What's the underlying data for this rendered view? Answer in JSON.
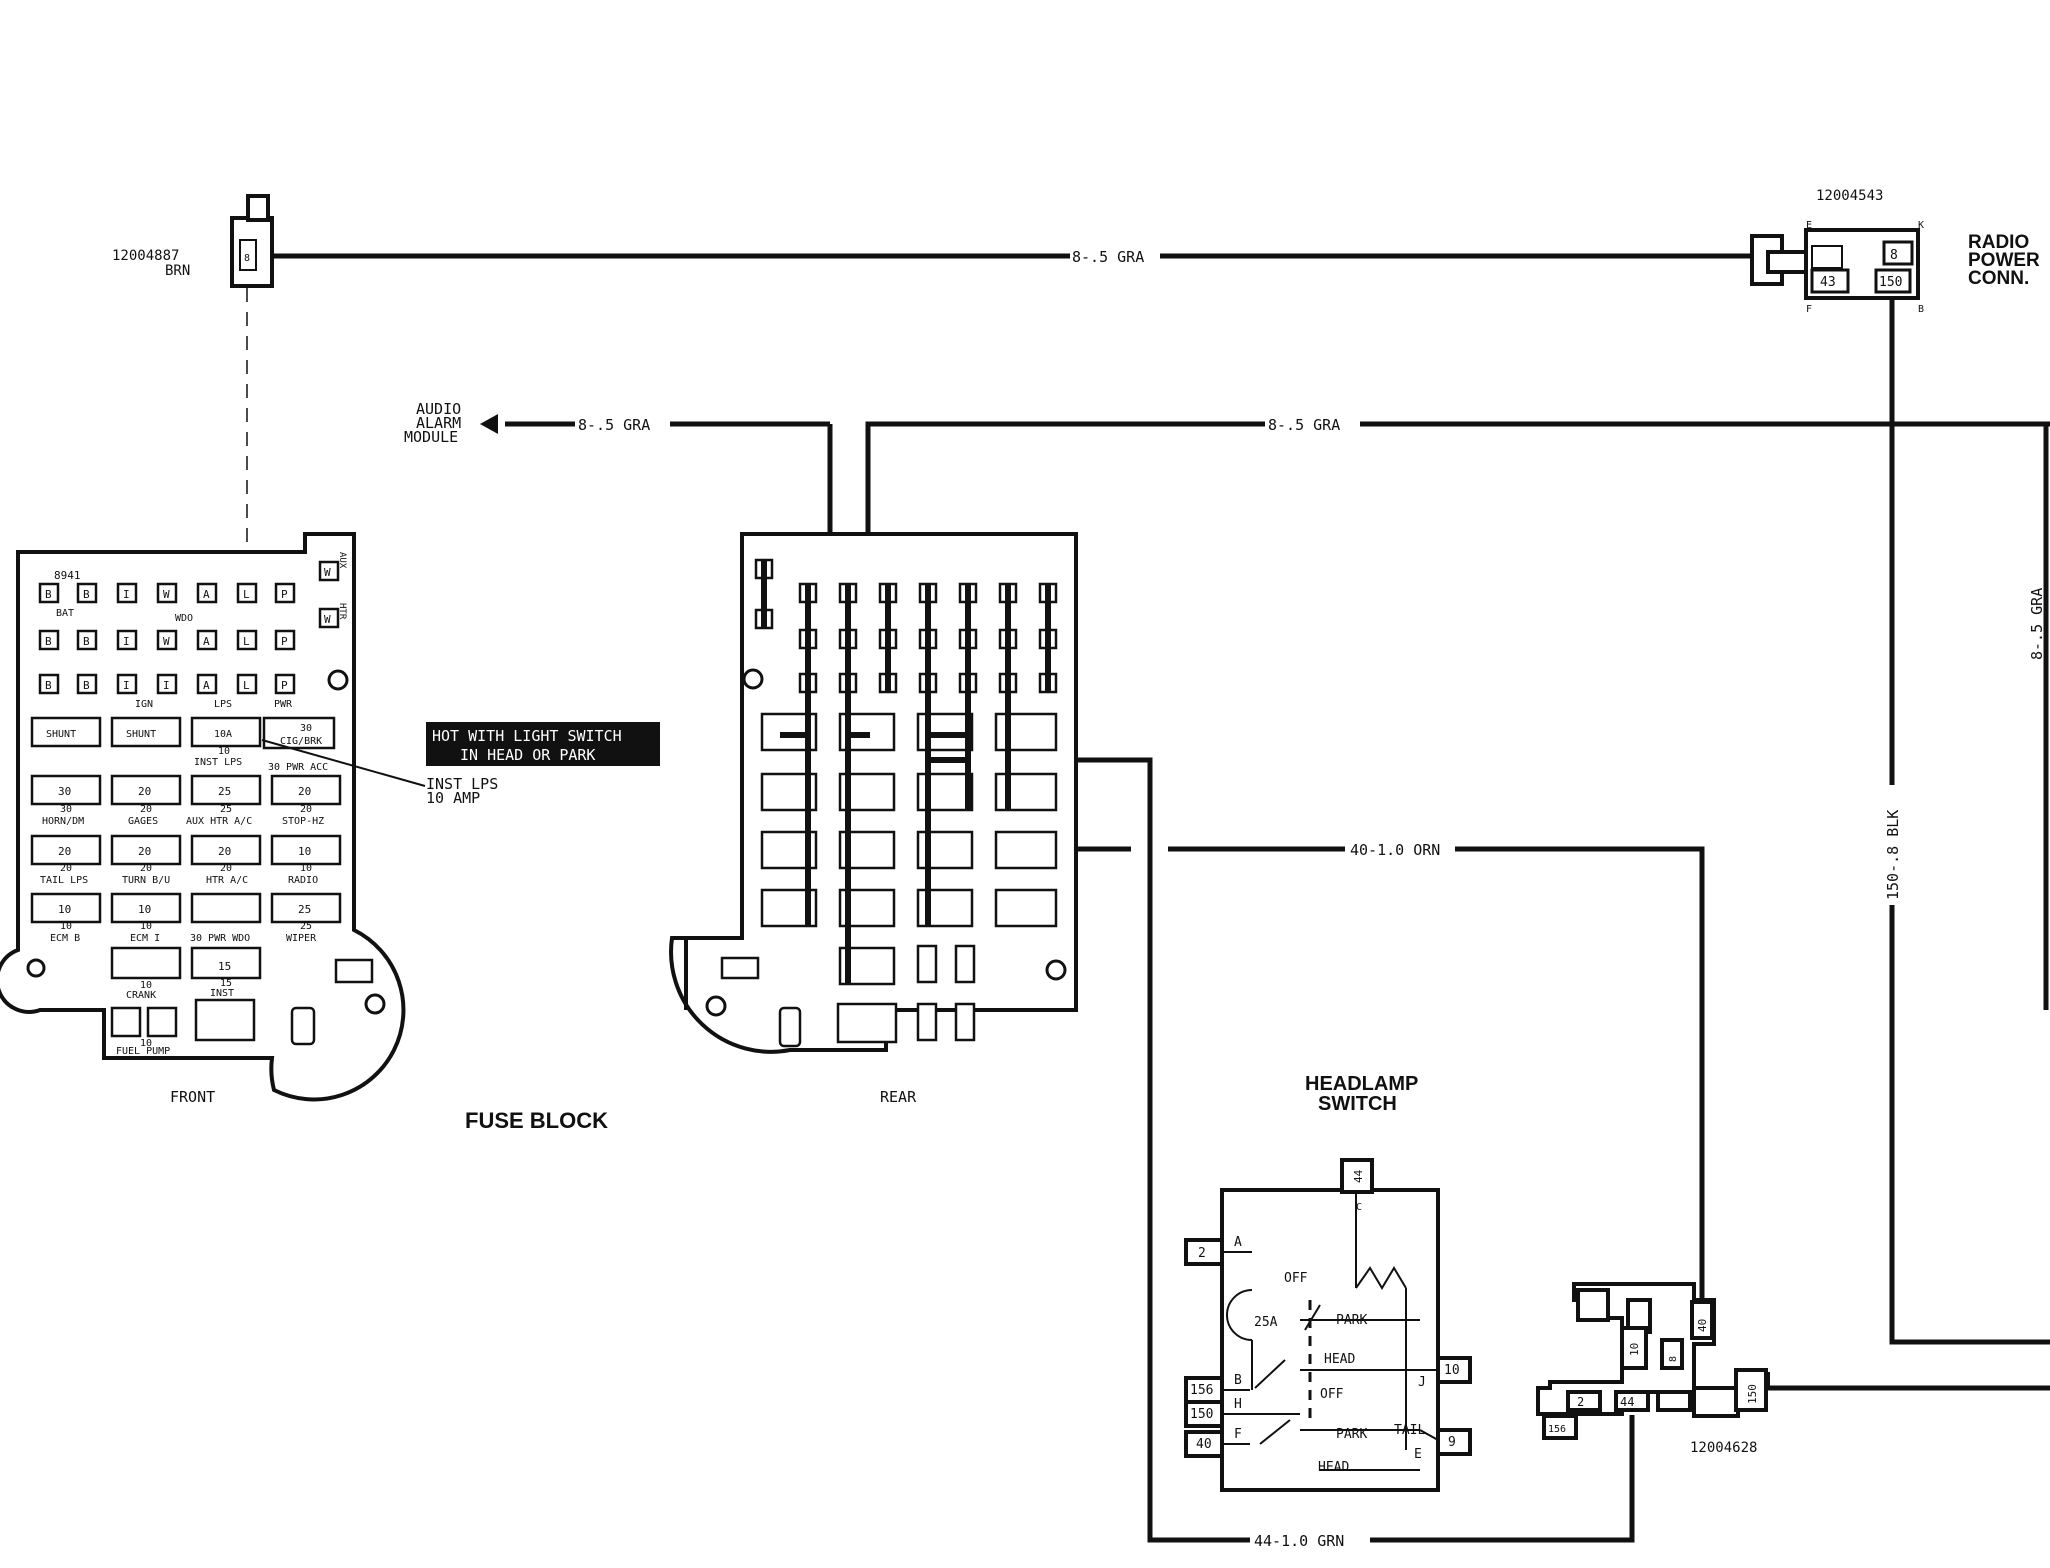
{
  "connectors": {
    "left_part": "12004887",
    "left_color": "BRN",
    "left_pin": "8",
    "radio_part": "12004543",
    "radio_pins": {
      "e": "E",
      "k": "K",
      "f": "F",
      "b": "B",
      "p8": "8",
      "p43": "43",
      "p150": "150"
    },
    "radio_title": [
      "RADIO",
      "POWER",
      "CONN."
    ],
    "bottom_part": "12004628",
    "bottom_pins": {
      "p40": "40",
      "p10": "10",
      "p8": "8",
      "p2": "2",
      "p44": "44",
      "p156": "156",
      "p150": "150"
    }
  },
  "wires": {
    "top": "8-.5 GRA",
    "audio": "8-.5 GRA",
    "mid": "8-.5 GRA",
    "right_vert": "8-.5 GRA",
    "blk": "150-.8 BLK",
    "orn40": "40-1.0 ORN",
    "grn44": "44-1.0 GRN"
  },
  "audio_module": [
    "AUDIO",
    "ALARM",
    "MODULE"
  ],
  "fuse_block": {
    "title": "FUSE BLOCK",
    "front_label": "FRONT",
    "rear_label": "REAR",
    "hot_note": [
      "HOT WITH LIGHT SWITCH",
      "IN HEAD OR PARK"
    ],
    "callout": [
      "INST LPS",
      "10 AMP"
    ],
    "part": "8941",
    "row1": [
      "B",
      "B",
      "I",
      "W",
      "A",
      "L",
      "P"
    ],
    "row2": [
      "B",
      "B",
      "I",
      "W",
      "A",
      "L",
      "P"
    ],
    "row3": [
      "B",
      "B",
      "I",
      "I",
      "A",
      "L",
      "P"
    ],
    "side_pins": [
      "W",
      "W"
    ],
    "side_aux": "AUX",
    "side_htr": "HTR",
    "txt_bat": "BAT",
    "txt_wdo": "WDO",
    "txt_ign": "IGN",
    "txt_lps": "LPS",
    "txt_pwr": "PWR",
    "shunt1": "SHUNT",
    "shunt2": "SHUNT",
    "f_10a": "10A",
    "f_inst": "10",
    "f_inst_lps": "INST LPS",
    "f_30pwr": "30 PWR ACC",
    "f_cig_amp": "30",
    "f_cig": "CIG/BRK",
    "r2": [
      {
        "amp": "30",
        "sub": "30",
        "name": "HORN/DM"
      },
      {
        "amp": "20",
        "sub": "20",
        "name": "GAGES"
      },
      {
        "amp": "25",
        "sub": "25",
        "name": "AUX HTR A/C"
      },
      {
        "amp": "20",
        "sub": "20",
        "name": "STOP-HZ"
      }
    ],
    "r3": [
      {
        "amp": "20",
        "sub": "20",
        "name": "TAIL LPS"
      },
      {
        "amp": "20",
        "sub": "20",
        "name": "TURN B/U"
      },
      {
        "amp": "20",
        "sub": "20",
        "name": "HTR A/C"
      },
      {
        "amp": "10",
        "sub": "10",
        "name": "RADIO"
      }
    ],
    "r4": [
      {
        "amp": "10",
        "sub": "10",
        "name": "ECM B"
      },
      {
        "amp": "10",
        "sub": "10",
        "name": "ECM I"
      },
      {
        "amp": "",
        "sub": "",
        "name": "30 PWR WDO"
      },
      {
        "amp": "25",
        "sub": "25",
        "name": "WIPER"
      }
    ],
    "inst15": "15",
    "inst15_sub": "15",
    "inst15_name": "INST",
    "crank_sub": "10",
    "crank": "CRANK",
    "fuel_sub": "10",
    "fuel": "FUEL PUMP"
  },
  "headlamp": {
    "title": [
      "HEADLAMP",
      "SWITCH"
    ],
    "pins": {
      "p44": "44",
      "p2": "2",
      "p156": "156",
      "p150": "150",
      "p40": "40",
      "p10": "10",
      "p9": "9"
    },
    "letters": {
      "a": "A",
      "b": "B",
      "c": "C",
      "h": "H",
      "f": "F",
      "j": "J",
      "e": "E"
    },
    "labels": {
      "off1": "OFF",
      "park1": "PARK",
      "head1": "HEAD",
      "off2": "OFF",
      "park2": "PARK",
      "head2": "HEAD",
      "tail": "TAIL",
      "amp": "25A"
    }
  }
}
